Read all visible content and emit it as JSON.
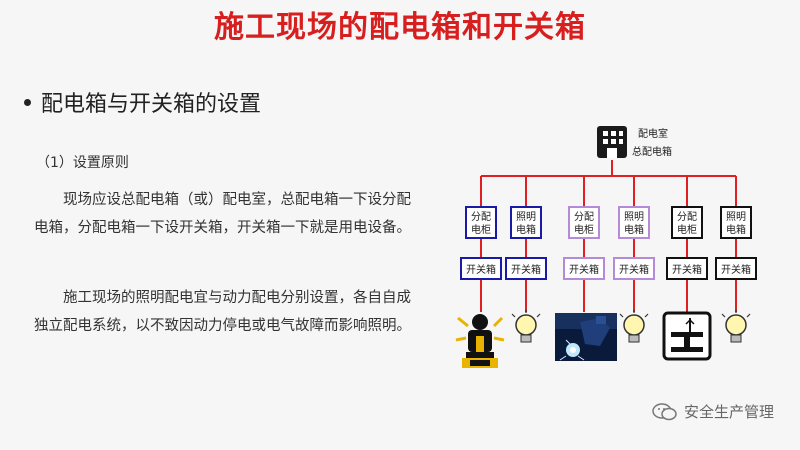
{
  "title": "施工现场的配电箱和开关箱",
  "bullet_heading": "配电箱与开关箱的设置",
  "section_title": "（1）设置原则",
  "paragraphs": [
    "现场应设总配电箱（或）配电室，总配电箱一下设分配电箱，分配电箱一下设开关箱，开关箱一下就是用电设备。",
    "施工现场的照明配电宜与动力配电分别设置，各自自成独立配电系统，以不致因动力停电或电气故障而影响照明。"
  ],
  "diagram": {
    "root": {
      "line1": "配电室",
      "line2": "总配电箱",
      "icon": "building-icon"
    },
    "branches": [
      {
        "box_line1": "分配",
        "box_line2": "电柜",
        "box_color": "#1a1aa8",
        "switch": "开关箱",
        "switch_color": "#1a1aa8",
        "device": "worker-with-drill-icon"
      },
      {
        "box_line1": "照明",
        "box_line2": "电箱",
        "box_color": "#1a1aa8",
        "switch": "开关箱",
        "switch_color": "#1a1aa8",
        "device": "light-bulb-icon"
      },
      {
        "box_line1": "分配",
        "box_line2": "电柜",
        "box_color": "#b58ad8",
        "switch": "开关箱",
        "switch_color": "#b58ad8",
        "device": "welder-photo-icon"
      },
      {
        "box_line1": "照明",
        "box_line2": "电箱",
        "box_color": "#b58ad8",
        "switch": "开关箱",
        "switch_color": "#b58ad8",
        "device": "light-bulb-icon"
      },
      {
        "box_line1": "分配",
        "box_line2": "电柜",
        "box_color": "#111111",
        "switch": "开关箱",
        "switch_color": "#111111",
        "device": "steel-beam-hoist-icon"
      },
      {
        "box_line1": "照明",
        "box_line2": "电箱",
        "box_color": "#111111",
        "switch": "开关箱",
        "switch_color": "#111111",
        "device": "light-bulb-icon"
      }
    ],
    "line_color": "#e02020"
  },
  "watermark": {
    "text": "安全生产管理",
    "icon": "wechat-icon"
  }
}
